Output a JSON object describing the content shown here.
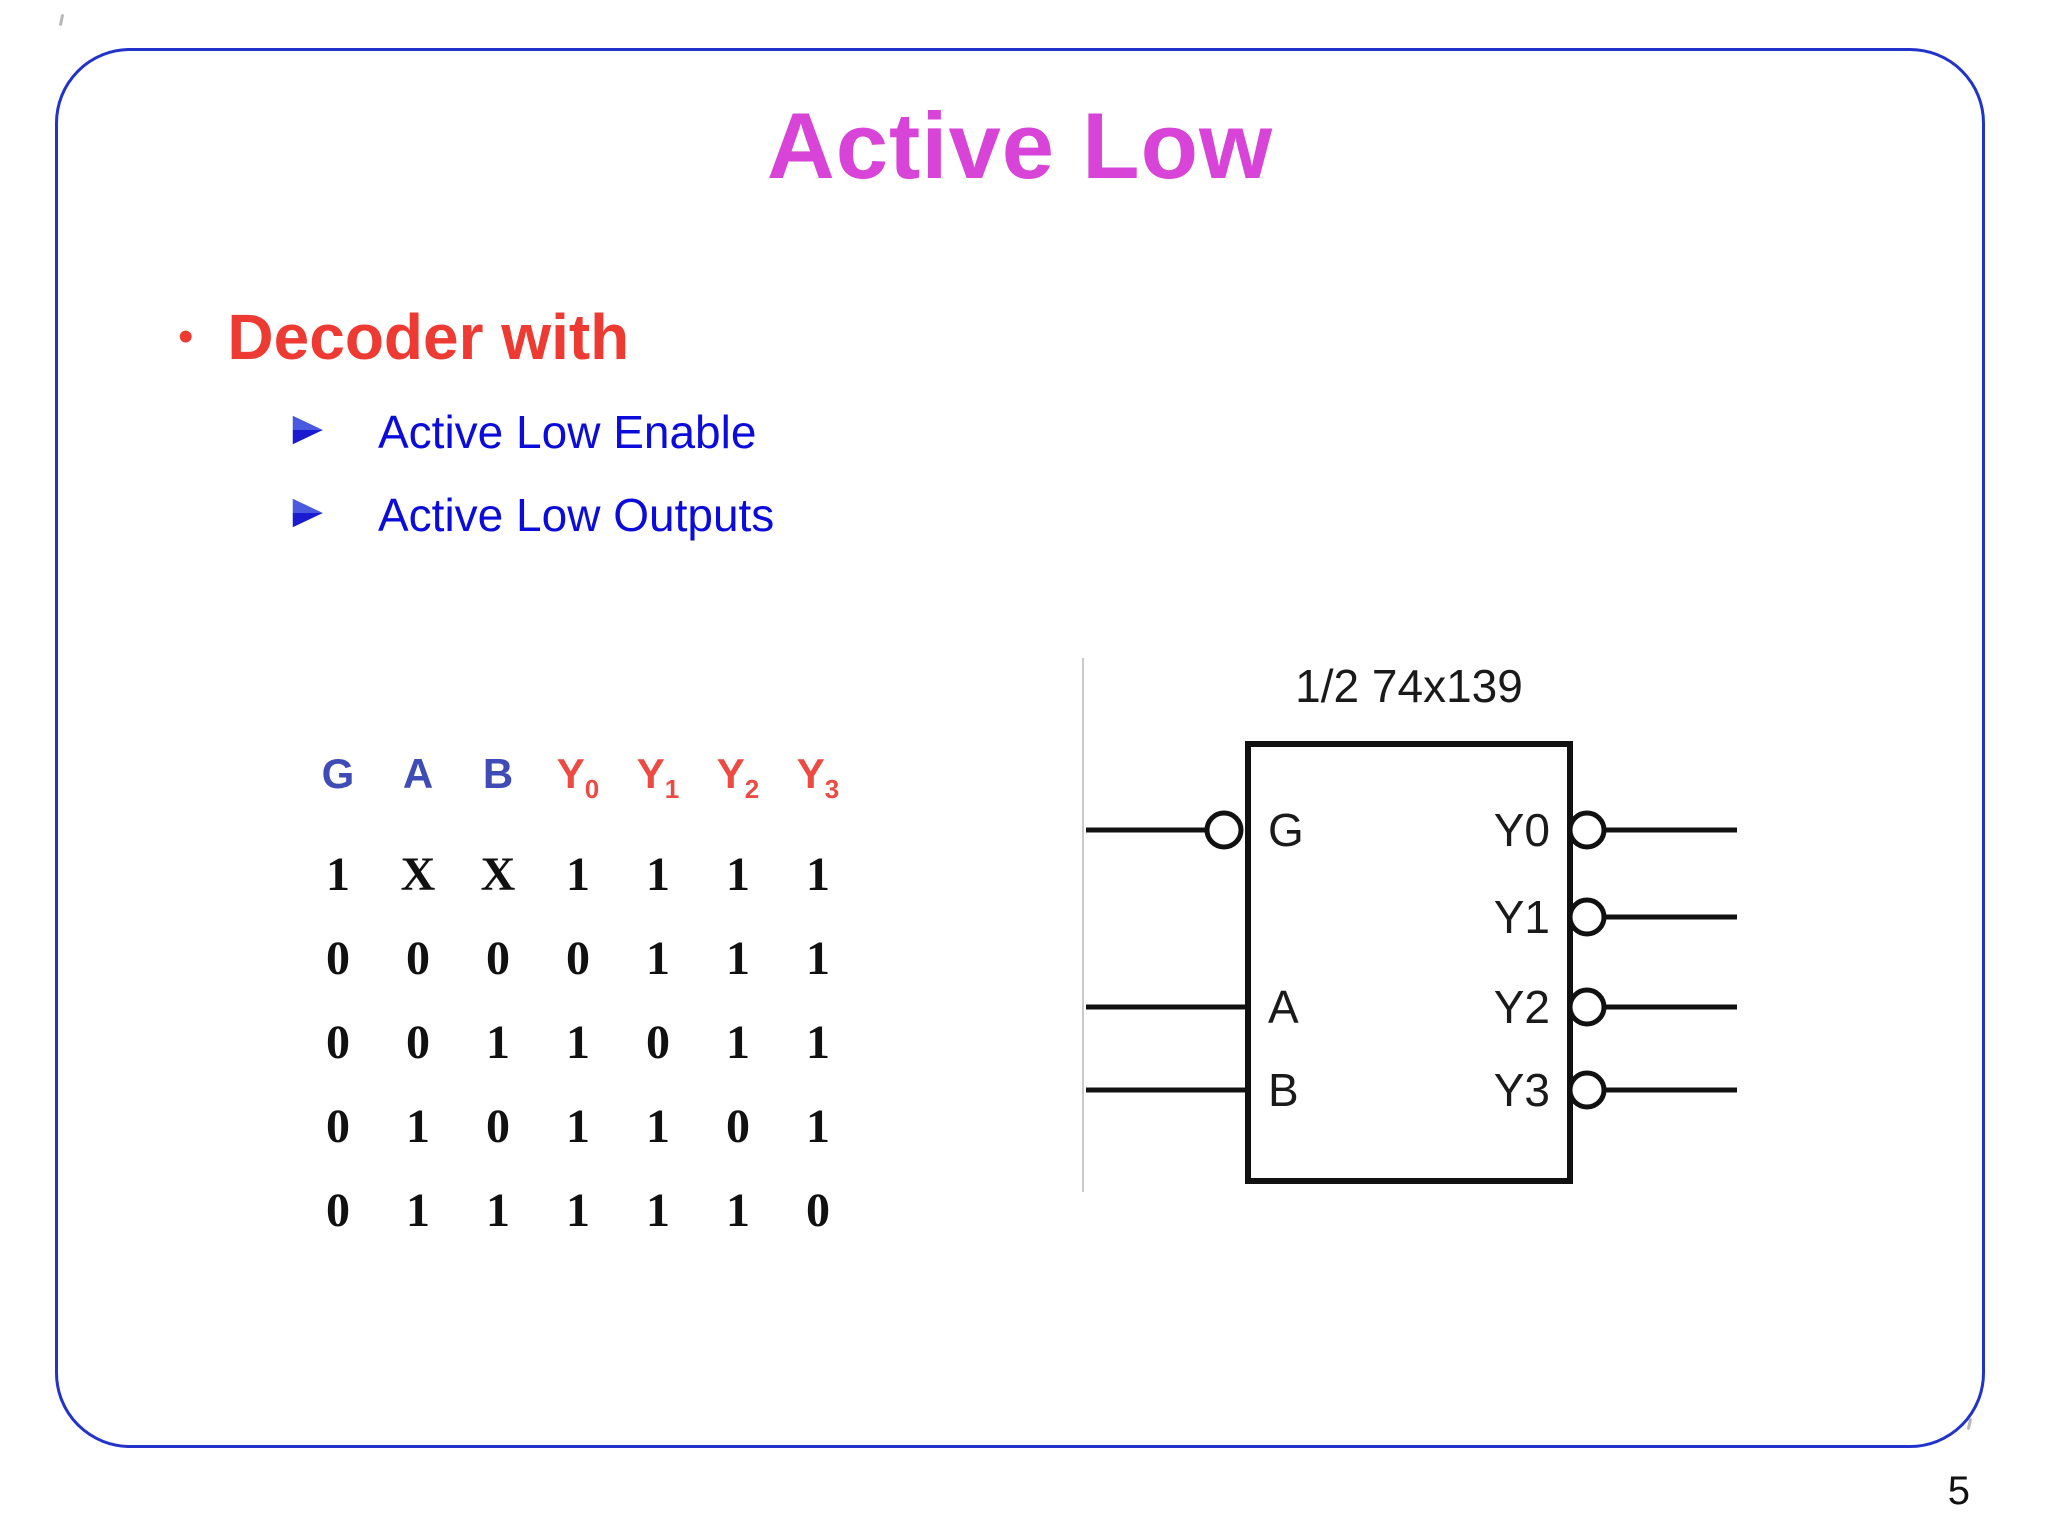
{
  "title": "Active Low",
  "bullet": {
    "marker": "•",
    "text": "Decoder with"
  },
  "sub_bullets": [
    {
      "text": "Active Low Enable"
    },
    {
      "text": "Active Low Outputs"
    }
  ],
  "truth_table": {
    "input_headers": [
      "G",
      "A",
      "B"
    ],
    "output_headers": [
      {
        "base": "Y",
        "sub": "0"
      },
      {
        "base": "Y",
        "sub": "1"
      },
      {
        "base": "Y",
        "sub": "2"
      },
      {
        "base": "Y",
        "sub": "3"
      }
    ],
    "rows": [
      [
        "1",
        "X",
        "X",
        "1",
        "1",
        "1",
        "1"
      ],
      [
        "0",
        "0",
        "0",
        "0",
        "1",
        "1",
        "1"
      ],
      [
        "0",
        "0",
        "1",
        "1",
        "0",
        "1",
        "1"
      ],
      [
        "0",
        "1",
        "0",
        "1",
        "1",
        "0",
        "1"
      ],
      [
        "0",
        "1",
        "1",
        "1",
        "1",
        "1",
        "0"
      ]
    ]
  },
  "diagram": {
    "chip_label": "1/2 74x139",
    "left_ports": [
      "G",
      "A",
      "B"
    ],
    "right_ports": [
      "Y0",
      "Y1",
      "Y2",
      "Y3"
    ]
  },
  "page_number": "5",
  "colors": {
    "title_magenta": "#d843d8",
    "bullet_red": "#ed3b33",
    "text_blue": "#0b0bdc",
    "header_blue": "#3f4cb5",
    "header_red": "#ee4a44",
    "border_blue": "#2233cc"
  }
}
